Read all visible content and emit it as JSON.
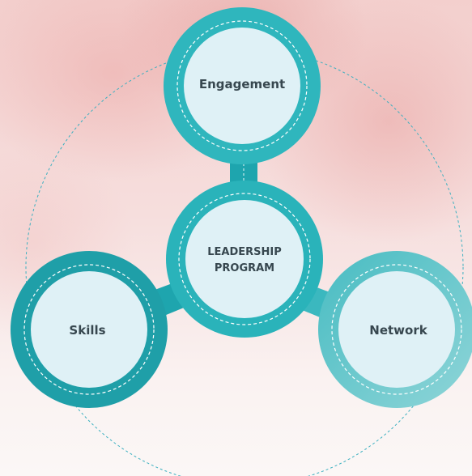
{
  "diagram": {
    "center": {
      "line1": "LEADERSHIP",
      "line2": "PROGRAM"
    },
    "nodes": {
      "top": "Engagement",
      "left": "Skills",
      "right": "Network"
    }
  },
  "colors": {
    "teal_dark": "#1ea5ae",
    "teal_mid": "#2fb6bd",
    "teal_light": "#7ccdd1",
    "inner_fill": "#dff1f6",
    "label_text": "#37474f",
    "dashed_outline": "#3bb0c0"
  }
}
